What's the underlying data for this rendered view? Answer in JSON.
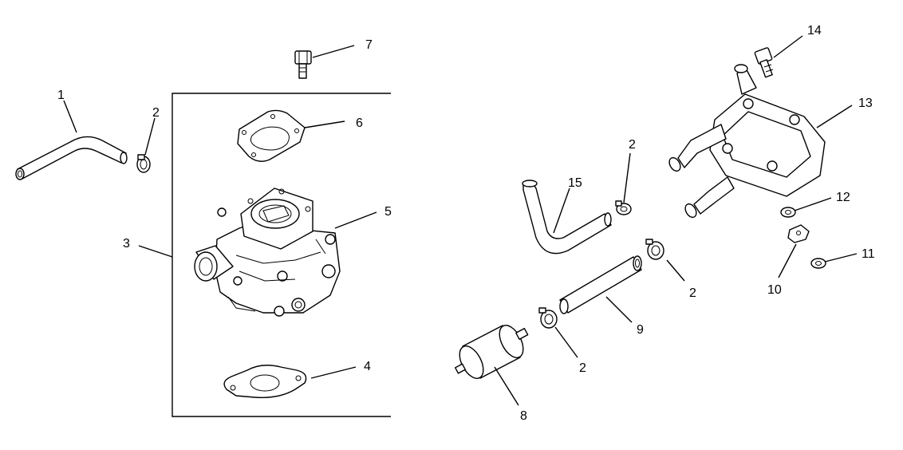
{
  "labels": [
    {
      "id": "label-1",
      "text": "1"
    },
    {
      "id": "label-2a",
      "text": "2"
    },
    {
      "id": "label-3",
      "text": "3"
    },
    {
      "id": "label-4",
      "text": "4"
    },
    {
      "id": "label-5",
      "text": "5"
    },
    {
      "id": "label-6",
      "text": "6"
    },
    {
      "id": "label-7",
      "text": "7"
    },
    {
      "id": "label-8",
      "text": "8"
    },
    {
      "id": "label-9",
      "text": "9"
    },
    {
      "id": "label-10",
      "text": "10"
    },
    {
      "id": "label-11",
      "text": "11"
    },
    {
      "id": "label-12",
      "text": "12"
    },
    {
      "id": "label-13",
      "text": "13"
    },
    {
      "id": "label-14",
      "text": "14"
    },
    {
      "id": "label-15",
      "text": "15"
    },
    {
      "id": "label-2b",
      "text": "2"
    },
    {
      "id": "label-2c",
      "text": "2"
    },
    {
      "id": "label-2d",
      "text": "2"
    }
  ]
}
